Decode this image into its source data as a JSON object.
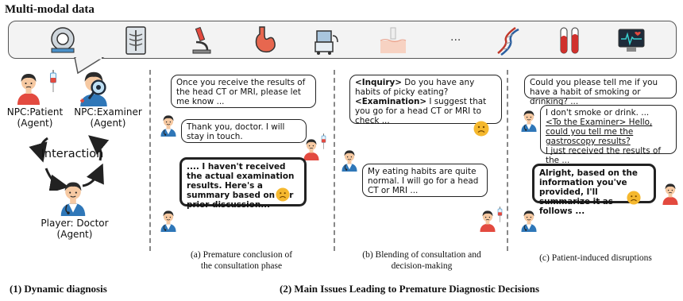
{
  "title": "Multi-modal data",
  "modality_icons": [
    "mri-scanner-icon",
    "xray-icon",
    "microscope-icon",
    "stomach-icon",
    "ultrasound-machine-icon",
    "skin-tissue-icon",
    "dna-icon",
    "blood-tubes-icon",
    "ecg-monitor-icon"
  ],
  "ellipsis": "...",
  "left": {
    "npc_patient": "NPC:Patient\n(Agent)",
    "npc_examiner": "NPC:Examiner\n(Agent)",
    "interaction": "Interaction",
    "player": "Player: Doctor\n(Agent)"
  },
  "panel_a": {
    "b1": "Once you receive the results of the head CT or MRI, please let me know ...",
    "b2": "Thank you, doctor. I will stay in touch.",
    "b3": ".... I haven't received the actual examination results. Here's a summary based on our prior discussion...",
    "caption": "(a) Premature conclusion of\nthe consultation phase"
  },
  "panel_b": {
    "b1_inq": "<Inquiry>",
    "b1_inq_text": " Do you have any habits of picky eating?",
    "b1_exam": "<Examination>",
    "b1_exam_text": " I suggest that you go for a head CT or MRI to check ...",
    "b2": "My eating habits are quite normal. I will go for a head CT or MRI ...",
    "caption": "(b) Blending of consultation and\ndecision-making"
  },
  "panel_c": {
    "b1": "Could you please tell me if you have a habit of smoking or drinking? ...",
    "b2_l1": "I don't smoke or drink. ...",
    "b2_l2": "<To the Examiner> Hello, could you tell me the gastroscopy results?",
    "b2_l3": "I just received the results of the ...",
    "b3": "Alright, based on the information you've provided, I'll summarize it as follows ...",
    "caption": "(c) Patient-induced disruptions"
  },
  "footer": {
    "left": "(1) Dynamic diagnosis",
    "right": "(2) Main Issues Leading to Premature Diagnostic Decisions"
  },
  "colors": {
    "emoji": "#f5b82e",
    "scrub": "#2f77b8",
    "shirt": "#e34a3f",
    "hair": "#2b2b2b",
    "skin": "#f6c9a2"
  }
}
